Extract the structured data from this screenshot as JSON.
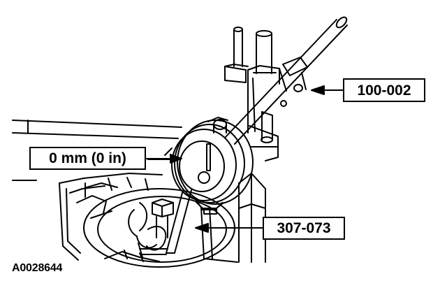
{
  "figure": {
    "callouts": {
      "tool_100": "100-002",
      "reading": "0 mm (0 in)",
      "tool_307": "307-073"
    },
    "figure_id": "A0028644"
  },
  "colors": {
    "line": "#000000",
    "background": "#ffffff"
  }
}
